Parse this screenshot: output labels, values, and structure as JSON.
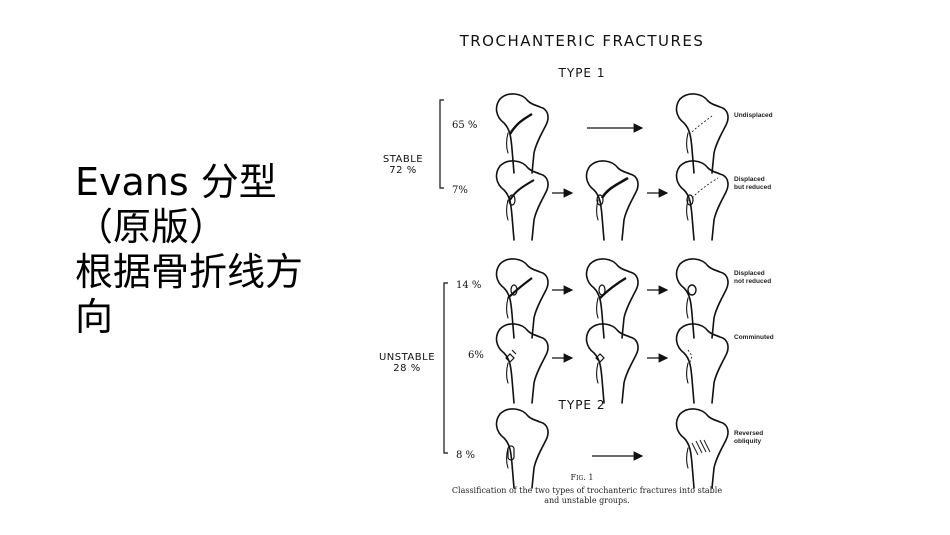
{
  "slide": {
    "title_lines": [
      "Evans 分型",
      "（原版）",
      "根据骨折线方",
      "向"
    ]
  },
  "figure": {
    "title": "TROCHANTERIC FRACTURES",
    "type1_label": "TYPE 1",
    "type2_label": "TYPE 2",
    "stable": {
      "label": "STABLE",
      "percent": "72 %"
    },
    "unstable": {
      "label": "UNSTABLE",
      "percent": "28 %"
    },
    "rows": [
      {
        "percent": "65 %",
        "outcome": [
          "Undisplaced"
        ]
      },
      {
        "percent": "7%",
        "outcome": [
          "Displaced",
          "but reduced"
        ]
      },
      {
        "percent": "14 %",
        "outcome": [
          "Displaced",
          "not reduced"
        ]
      },
      {
        "percent": "6%",
        "outcome": [
          "Comminuted"
        ]
      },
      {
        "percent": "8 %",
        "outcome": [
          "Reversed",
          "obliquity"
        ]
      }
    ],
    "fig_number": "Fig. 1",
    "caption_lines": [
      "Classification of the two types of trochanteric fractures into stable",
      "and unstable groups."
    ]
  }
}
